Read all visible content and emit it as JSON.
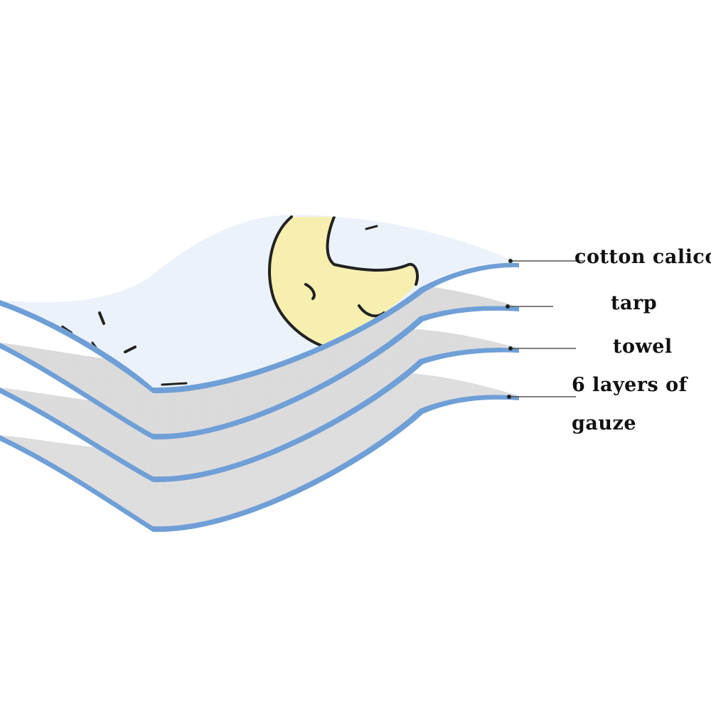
{
  "diagram": {
    "layers": [
      {
        "id": "cotton-calico",
        "label": "cotton calico",
        "fill": "#eef4fb"
      },
      {
        "id": "tarp",
        "label": "tarp",
        "fill": "#dcdcdc"
      },
      {
        "id": "towel",
        "label": "towel",
        "fill": "#dedddd"
      },
      {
        "id": "gauze",
        "label_line1": "6 layers of",
        "label_line2": "gauze",
        "fill": "#e0dfdf"
      }
    ],
    "edge_color": "#6f9fd6",
    "leader_color": "#555555",
    "print_colors": {
      "outline": "#222222",
      "yellow": "#f6efb0"
    }
  }
}
